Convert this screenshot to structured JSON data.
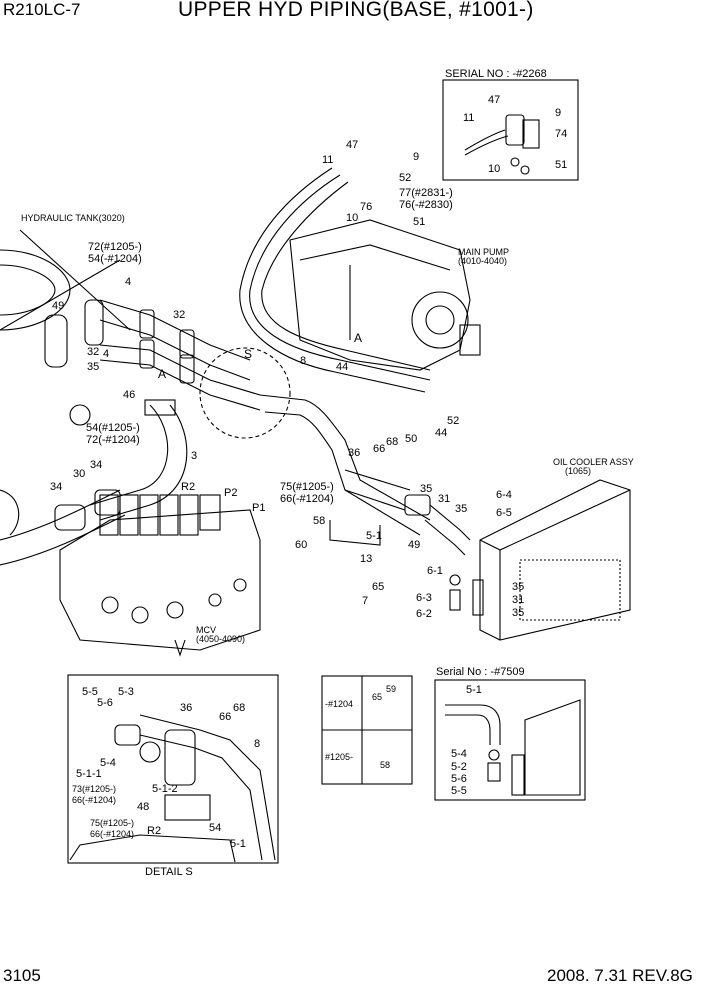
{
  "header": {
    "model": "R210LC-7",
    "title": "UPPER HYD PIPING(BASE, #1001-)"
  },
  "footer": {
    "page": "3105",
    "date_rev": "2008. 7.31  REV.8G"
  },
  "serial_box_top": {
    "title": "SERIAL NO : -#2268",
    "parts": [
      "47",
      "9",
      "11",
      "74",
      "10",
      "51"
    ]
  },
  "callouts": {
    "hydraulic_tank": "HYDRAULIC TANK(3020)",
    "main_pump": "MAIN PUMP",
    "main_pump_code": "(4010-4040)",
    "oil_cooler": "OIL COOLER ASSY",
    "oil_cooler_code": "(1065)",
    "mcv": "MCV",
    "mcv_code": "(4050-4090)",
    "detail_s": "DETAIL  S",
    "detail_s_marker": "S",
    "view_a": "A",
    "view_a2": "A",
    "p1": "P1",
    "p2": "P2",
    "r2": "R2",
    "r2b": "R2"
  },
  "part_labels": {
    "p47": "47",
    "p9": "9",
    "p11": "11",
    "p52": "52",
    "p77": "77(#2831-)",
    "p76a": "76",
    "p76b": "76(-#2830)",
    "p10": "10",
    "p51": "51",
    "p72a": "72(#1205-)",
    "p54a": "54(-#1204)",
    "p4a": "4",
    "p49a": "49",
    "p32a": "32",
    "p4b": "4",
    "p35a": "35",
    "p32b": "32",
    "p46": "46",
    "p54b": "54(#1205-)",
    "p72b": "72(-#1204)",
    "p3": "3",
    "p30": "30",
    "p34a": "34",
    "p34b": "34",
    "p8": "8",
    "p44a": "44",
    "p44b": "44",
    "p52b": "52",
    "p50": "50",
    "p68": "68",
    "p66": "66",
    "p36": "36",
    "p75": "75(#1205-)",
    "p66b": "66(-#1204)",
    "p58": "58",
    "p60": "60",
    "p51b": "5-1",
    "p13": "13",
    "p49b": "49",
    "p65": "65",
    "p7": "7",
    "p35b": "35",
    "p31a": "31",
    "p35c": "35",
    "p64": "6-4",
    "p65b": "6-5",
    "p61": "6-1",
    "p63": "6-3",
    "p62": "6-2",
    "p35d": "35",
    "p31b": "31",
    "p35e": "35"
  },
  "inset_table": {
    "row1_label": "-#1204",
    "row1_a": "65",
    "row1_b": "59",
    "row2_label": "#1205-",
    "row2_a": "58"
  },
  "detail_s_labels": {
    "d55": "5-5",
    "d56": "5-6",
    "d53": "5-3",
    "d36": "36",
    "d68": "68",
    "d66": "66",
    "d8": "8",
    "d54": "5-4",
    "d511": "5-1-1",
    "d73": "73(#1205-)",
    "d66b": "66(-#1204)",
    "d48": "48",
    "d512": "5-1-2",
    "d75": "75(#1205-)",
    "d66c": "66(-#1204)",
    "d54b": "54",
    "d51": "5-1"
  },
  "serial_box_bottom": {
    "title": "Serial No : -#7509",
    "parts": [
      "5-1",
      "5-4",
      "5-2",
      "5-6",
      "5-5"
    ]
  }
}
